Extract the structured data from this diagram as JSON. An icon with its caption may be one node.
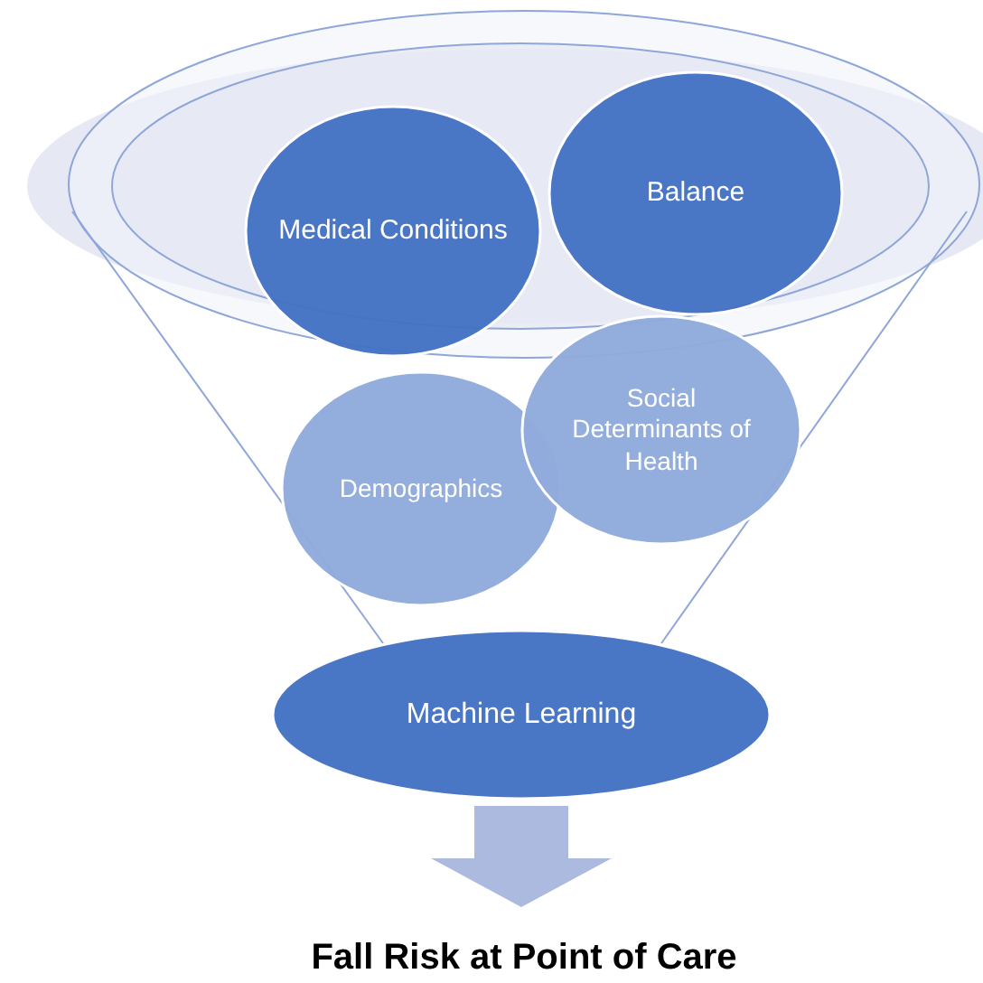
{
  "diagram": {
    "nodes": [
      {
        "text": [
          "Medical Conditions"
        ]
      },
      {
        "text": [
          "Balance"
        ]
      },
      {
        "text": [
          "Demographics"
        ]
      },
      {
        "text": [
          "Social Determinants of Health"
        ]
      },
      {
        "text": [
          "Machine Learning"
        ]
      },
      {
        "text": [
          "Fall Risk at Point of Care"
        ]
      }
    ],
    "edges": [
      {
        "from": 4,
        "to": 5,
        "arrow": "to",
        "style": "thick"
      }
    ]
  }
}
